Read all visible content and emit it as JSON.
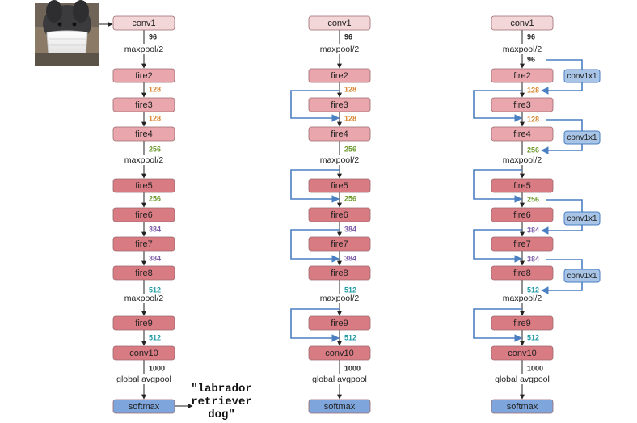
{
  "ops": {
    "maxpool": "maxpool/2",
    "global_avgpool": "global avgpool"
  },
  "prediction": "\"labrador\nretriever\ndog\"",
  "input_image": {
    "subject": "dog wearing a white face mask"
  },
  "colors": {
    "light_layer": "#f3d6d8",
    "fire_layer": "#e9a7ad",
    "deep_fire_layer": "#d97b82",
    "softmax": "#7ea6dc",
    "bypass": "#4a7fc1",
    "conv1x1": "#a8c4e6",
    "dim_orange": "#d9822b",
    "dim_green": "#6e9a2e",
    "dim_purple": "#7b5aa6",
    "dim_teal": "#1f9aa6"
  },
  "columns": [
    {
      "variant": "plain",
      "layers": [
        {
          "name": "conv1",
          "style": "light"
        },
        {
          "name": "fire2",
          "style": "fire"
        },
        {
          "name": "fire3",
          "style": "fire"
        },
        {
          "name": "fire4",
          "style": "fire"
        },
        {
          "name": "fire5",
          "style": "deep"
        },
        {
          "name": "fire6",
          "style": "deep"
        },
        {
          "name": "fire7",
          "style": "deep"
        },
        {
          "name": "fire8",
          "style": "deep"
        },
        {
          "name": "fire9",
          "style": "deep"
        },
        {
          "name": "conv10",
          "style": "deep"
        },
        {
          "name": "softmax",
          "style": "softmax"
        }
      ],
      "dims": [
        {
          "text": "96",
          "color": "black"
        },
        {
          "text": "128",
          "color": "orange"
        },
        {
          "text": "128",
          "color": "orange"
        },
        {
          "text": "256",
          "color": "green"
        },
        {
          "text": "256",
          "color": "green"
        },
        {
          "text": "384",
          "color": "purple"
        },
        {
          "text": "384",
          "color": "purple"
        },
        {
          "text": "512",
          "color": "teal"
        },
        {
          "text": "512",
          "color": "teal"
        },
        {
          "text": "1000",
          "color": "black"
        }
      ]
    },
    {
      "variant": "simple_bypass",
      "layers": [
        {
          "name": "conv1",
          "style": "light"
        },
        {
          "name": "fire2",
          "style": "fire"
        },
        {
          "name": "fire3",
          "style": "fire"
        },
        {
          "name": "fire4",
          "style": "fire"
        },
        {
          "name": "fire5",
          "style": "deep"
        },
        {
          "name": "fire6",
          "style": "deep"
        },
        {
          "name": "fire7",
          "style": "deep"
        },
        {
          "name": "fire8",
          "style": "deep"
        },
        {
          "name": "fire9",
          "style": "deep"
        },
        {
          "name": "conv10",
          "style": "deep"
        },
        {
          "name": "softmax",
          "style": "softmax"
        }
      ],
      "dims": [
        {
          "text": "96",
          "color": "black"
        },
        {
          "text": "128",
          "color": "orange"
        },
        {
          "text": "128",
          "color": "orange"
        },
        {
          "text": "256",
          "color": "green"
        },
        {
          "text": "256",
          "color": "green"
        },
        {
          "text": "384",
          "color": "purple"
        },
        {
          "text": "384",
          "color": "purple"
        },
        {
          "text": "512",
          "color": "teal"
        },
        {
          "text": "512",
          "color": "teal"
        },
        {
          "text": "1000",
          "color": "black"
        }
      ]
    },
    {
      "variant": "complex_bypass",
      "conv1x1_label": "conv1x1",
      "layers": [
        {
          "name": "conv1",
          "style": "light"
        },
        {
          "name": "fire2",
          "style": "fire"
        },
        {
          "name": "fire3",
          "style": "fire"
        },
        {
          "name": "fire4",
          "style": "fire"
        },
        {
          "name": "fire5",
          "style": "deep"
        },
        {
          "name": "fire6",
          "style": "deep"
        },
        {
          "name": "fire7",
          "style": "deep"
        },
        {
          "name": "fire8",
          "style": "deep"
        },
        {
          "name": "fire9",
          "style": "deep"
        },
        {
          "name": "conv10",
          "style": "deep"
        },
        {
          "name": "softmax",
          "style": "softmax"
        }
      ],
      "dims": [
        {
          "text": "96",
          "color": "black"
        },
        {
          "text": "96",
          "color": "black"
        },
        {
          "text": "128",
          "color": "orange"
        },
        {
          "text": "128",
          "color": "orange"
        },
        {
          "text": "256",
          "color": "green"
        },
        {
          "text": "256",
          "color": "green"
        },
        {
          "text": "384",
          "color": "purple"
        },
        {
          "text": "384",
          "color": "purple"
        },
        {
          "text": "512",
          "color": "teal"
        },
        {
          "text": "512",
          "color": "teal"
        },
        {
          "text": "1000",
          "color": "black"
        }
      ]
    }
  ]
}
